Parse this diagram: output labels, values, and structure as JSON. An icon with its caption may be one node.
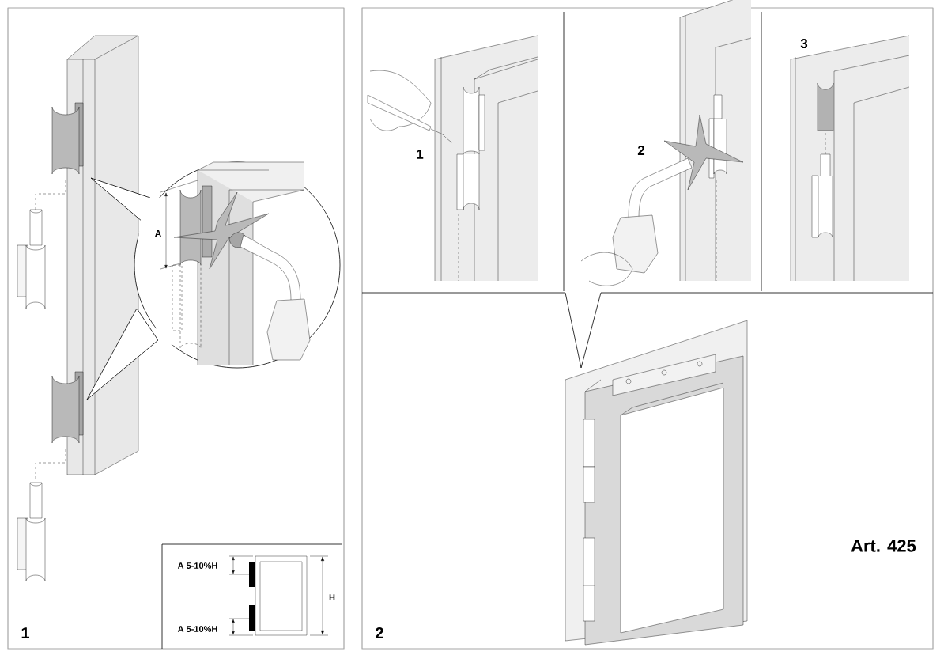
{
  "diagram": {
    "labels": [
      "A",
      "A 5-10%H",
      "H",
      "A 5-10%H",
      "1",
      "1",
      "2",
      "3",
      "Art. **425**",
      "2"
    ]
  }
}
